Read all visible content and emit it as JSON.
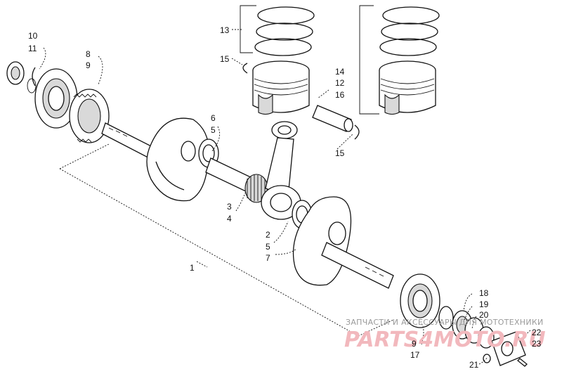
{
  "callouts": {
    "c10": "10",
    "c11": "11",
    "c8": "8",
    "c9a": "9",
    "c13": "13",
    "c15a": "15",
    "c14": "14",
    "c12": "12",
    "c16": "16",
    "c15b": "15",
    "c6": "6",
    "c5a": "5",
    "c3": "3",
    "c4": "4",
    "c2": "2",
    "c5b": "5",
    "c7": "7",
    "c1": "1",
    "c18": "18",
    "c19": "19",
    "c20": "20",
    "c22": "22",
    "c23": "23",
    "c9b": "9",
    "c17": "17",
    "c21": "21"
  },
  "watermark": {
    "line1": "ЗАПЧАСТИ И АКСЕССУАРЫ ДЛЯ МОТОТЕХНИКИ",
    "line2": "PARTS4MOTO.RU"
  }
}
